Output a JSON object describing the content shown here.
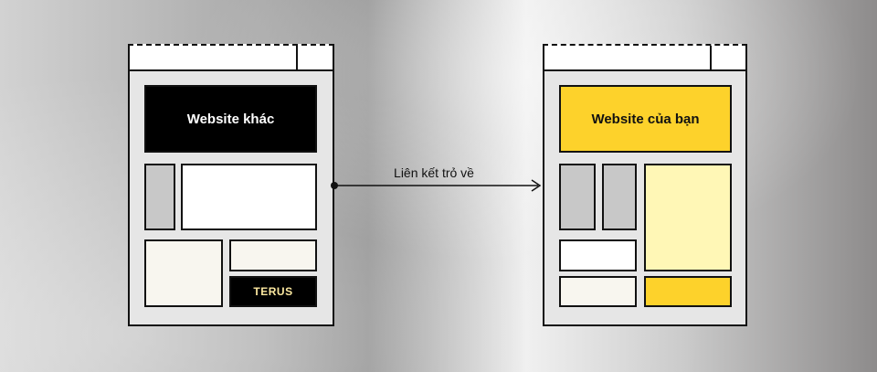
{
  "diagram": {
    "link_label": "Liên kết trỏ về",
    "source_page": {
      "hero_label": "Website khác",
      "badge_label": "TERUS"
    },
    "target_page": {
      "hero_label": "Website của bạn"
    }
  },
  "colors": {
    "yellow": "#fdd22b",
    "light_yellow": "#fff7b6",
    "black": "#000000",
    "grey": "#c8c8c8",
    "cream": "#f8f6ef"
  }
}
